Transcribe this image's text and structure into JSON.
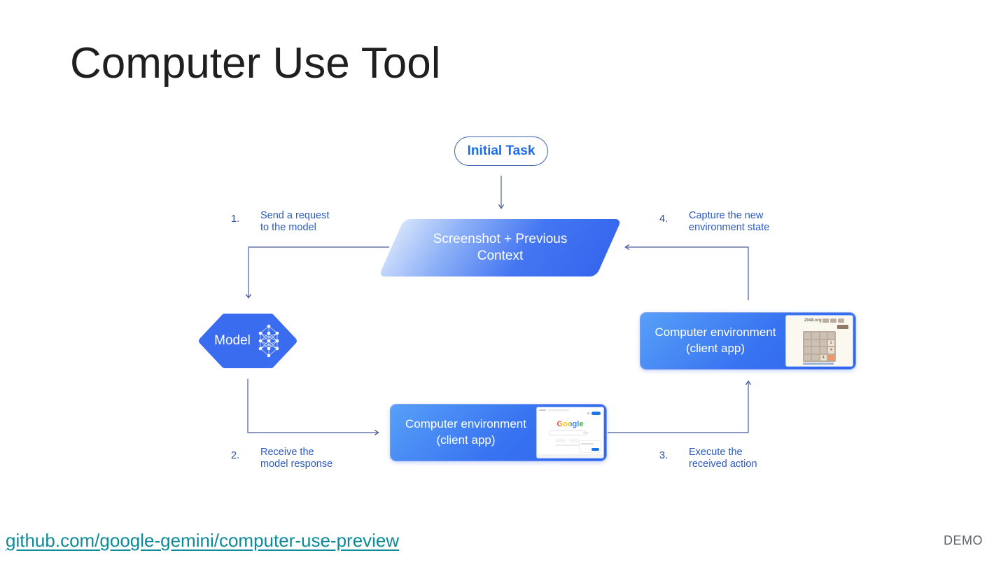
{
  "slide": {
    "title": "Computer Use Tool"
  },
  "diagram": {
    "initial_task": "Initial Task",
    "screenshot_box": {
      "line1": "Screenshot + Previous",
      "line2": "Context"
    },
    "model_label": "Model",
    "env_box": {
      "line1": "Computer environment",
      "line2": "(client app)"
    },
    "steps": [
      {
        "num": "1.",
        "line1": "Send a request",
        "line2": "to the model"
      },
      {
        "num": "2.",
        "line1": "Receive the",
        "line2": "model response"
      },
      {
        "num": "3.",
        "line1": "Execute the",
        "line2": "received action"
      },
      {
        "num": "4.",
        "line1": "Capture the new",
        "line2": "environment state"
      }
    ],
    "colors": {
      "box_blue": "#3a6cf0",
      "box_gradient_light": "#57a0f8",
      "parallelogram_light": "#d3e2fc",
      "arrow": "#4a5c9e",
      "label_blue": "#2b59c0",
      "pill_text": "#1b6ce8",
      "link_teal": "#0d8a98",
      "demo_gray": "#5f6368"
    }
  },
  "thumbnails": {
    "game": {
      "site": "2048.org",
      "tile_a": "2",
      "tile_b": "4",
      "tile_c": "4"
    },
    "search": {
      "logo": "Google"
    }
  },
  "footer": {
    "link_text": "github.com/google-gemini/computer-use-preview",
    "demo_label": "DEMO"
  }
}
